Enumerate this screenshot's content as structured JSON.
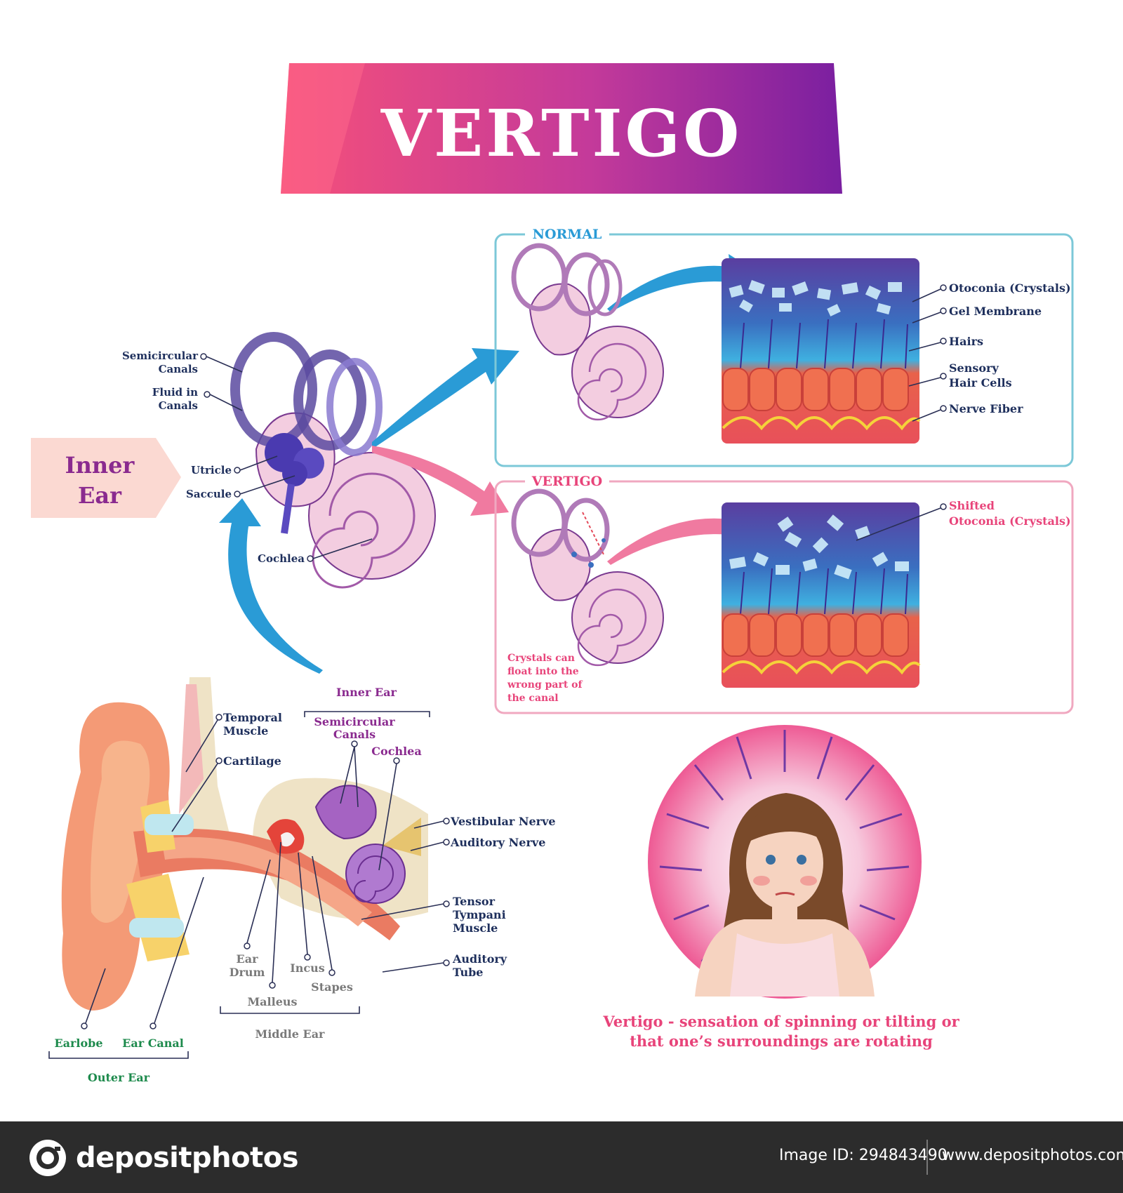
{
  "title": "VERTIGO",
  "inner_ear_tag": {
    "line1": "Inner",
    "line2": "Ear"
  },
  "inner_ear_labels": {
    "semicircular_canals_1": "Semicircular",
    "semicircular_canals_2": "Canals",
    "fluid_in_canals_1": "Fluid in",
    "fluid_in_canals_2": "Canals",
    "utricle": "Utricle",
    "saccule": "Saccule",
    "cochlea": "Cochlea"
  },
  "normal_panel": {
    "heading": "NORMAL",
    "labels": {
      "otoconia": "Otoconia (Crystals)",
      "gel_membrane": "Gel Membrane",
      "hairs": "Hairs",
      "sensory_1": "Sensory",
      "sensory_2": "Hair Cells",
      "nerve_fiber": "Nerve Fiber"
    }
  },
  "vertigo_panel": {
    "heading": "VERTIGO",
    "shifted_1": "Shifted",
    "shifted_2": "Otoconia (Crystals)",
    "note": [
      "Crystals can",
      "float into the",
      "wrong part of",
      "the canal"
    ]
  },
  "ear_labels": {
    "temporal_1": "Temporal",
    "temporal_2": "Muscle",
    "cartilage": "Cartilage",
    "inner_ear": "Inner Ear",
    "semicircular_1": "Semicircular",
    "semicircular_2": "Canals",
    "cochlea": "Cochlea",
    "vestibular_nerve": "Vestibular Nerve",
    "auditory_nerve": "Auditory Nerve",
    "tensor_1": "Tensor",
    "tensor_2": "Tympani",
    "tensor_3": "Muscle",
    "auditory_tube_1": "Auditory",
    "auditory_tube_2": "Tube",
    "ear_drum_1": "Ear",
    "ear_drum_2": "Drum",
    "incus": "Incus",
    "stapes": "Stapes",
    "malleus": "Malleus",
    "middle_ear": "Middle Ear",
    "earlobe": "Earlobe",
    "ear_canal": "Ear Canal",
    "outer_ear": "Outer Ear"
  },
  "caption": {
    "line1": "Vertigo - sensation of spinning or tilting or",
    "line2": "that one’s surroundings are rotating"
  },
  "footer": {
    "brand": "depositphotos",
    "image_id": "Image ID: 294843490",
    "url": "www.depositphotos.com"
  },
  "colors": {
    "title_gradient_start": "#f5507a",
    "title_gradient_end": "#7a1fa0",
    "normal_border": "#7cc8d8",
    "vertigo_border": "#f0a8c0",
    "blue_arrow": "#2a9bd6",
    "pink_arrow": "#f07aa0"
  }
}
